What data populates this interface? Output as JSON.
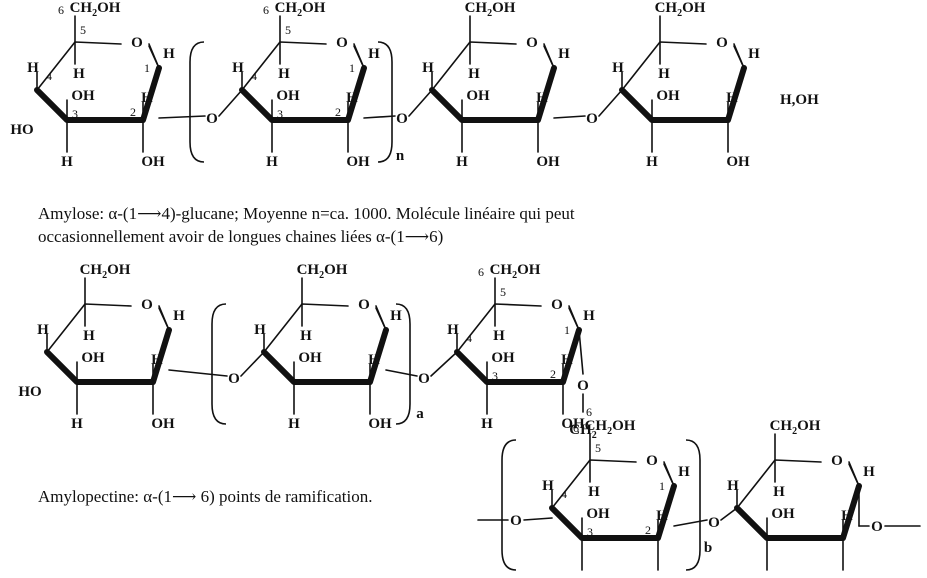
{
  "labels": {
    "ch2oh": "CH2OH",
    "ring_o": "O",
    "h": "H",
    "oh": "OH",
    "ho": "HO",
    "bridge_o": "O",
    "reducing_end": "H,OH",
    "ch2": "CH2"
  },
  "amylose": {
    "repeat_subscript": "n",
    "positions": [
      "1",
      "2",
      "3",
      "4",
      "5",
      "6"
    ],
    "caption_line1": "Amylose: α-(1⟶4)-glucane; Moyenne n=ca. 1000. Molécule linéaire qui peut",
    "caption_line2": "occasionnellement avoir de longues chaines liées α-(1⟶6)"
  },
  "amylopectine": {
    "repeat_subscript_a": "a",
    "repeat_subscript_b": "b",
    "caption": "Amylopectine: α-(1⟶ 6) points de ramification."
  }
}
